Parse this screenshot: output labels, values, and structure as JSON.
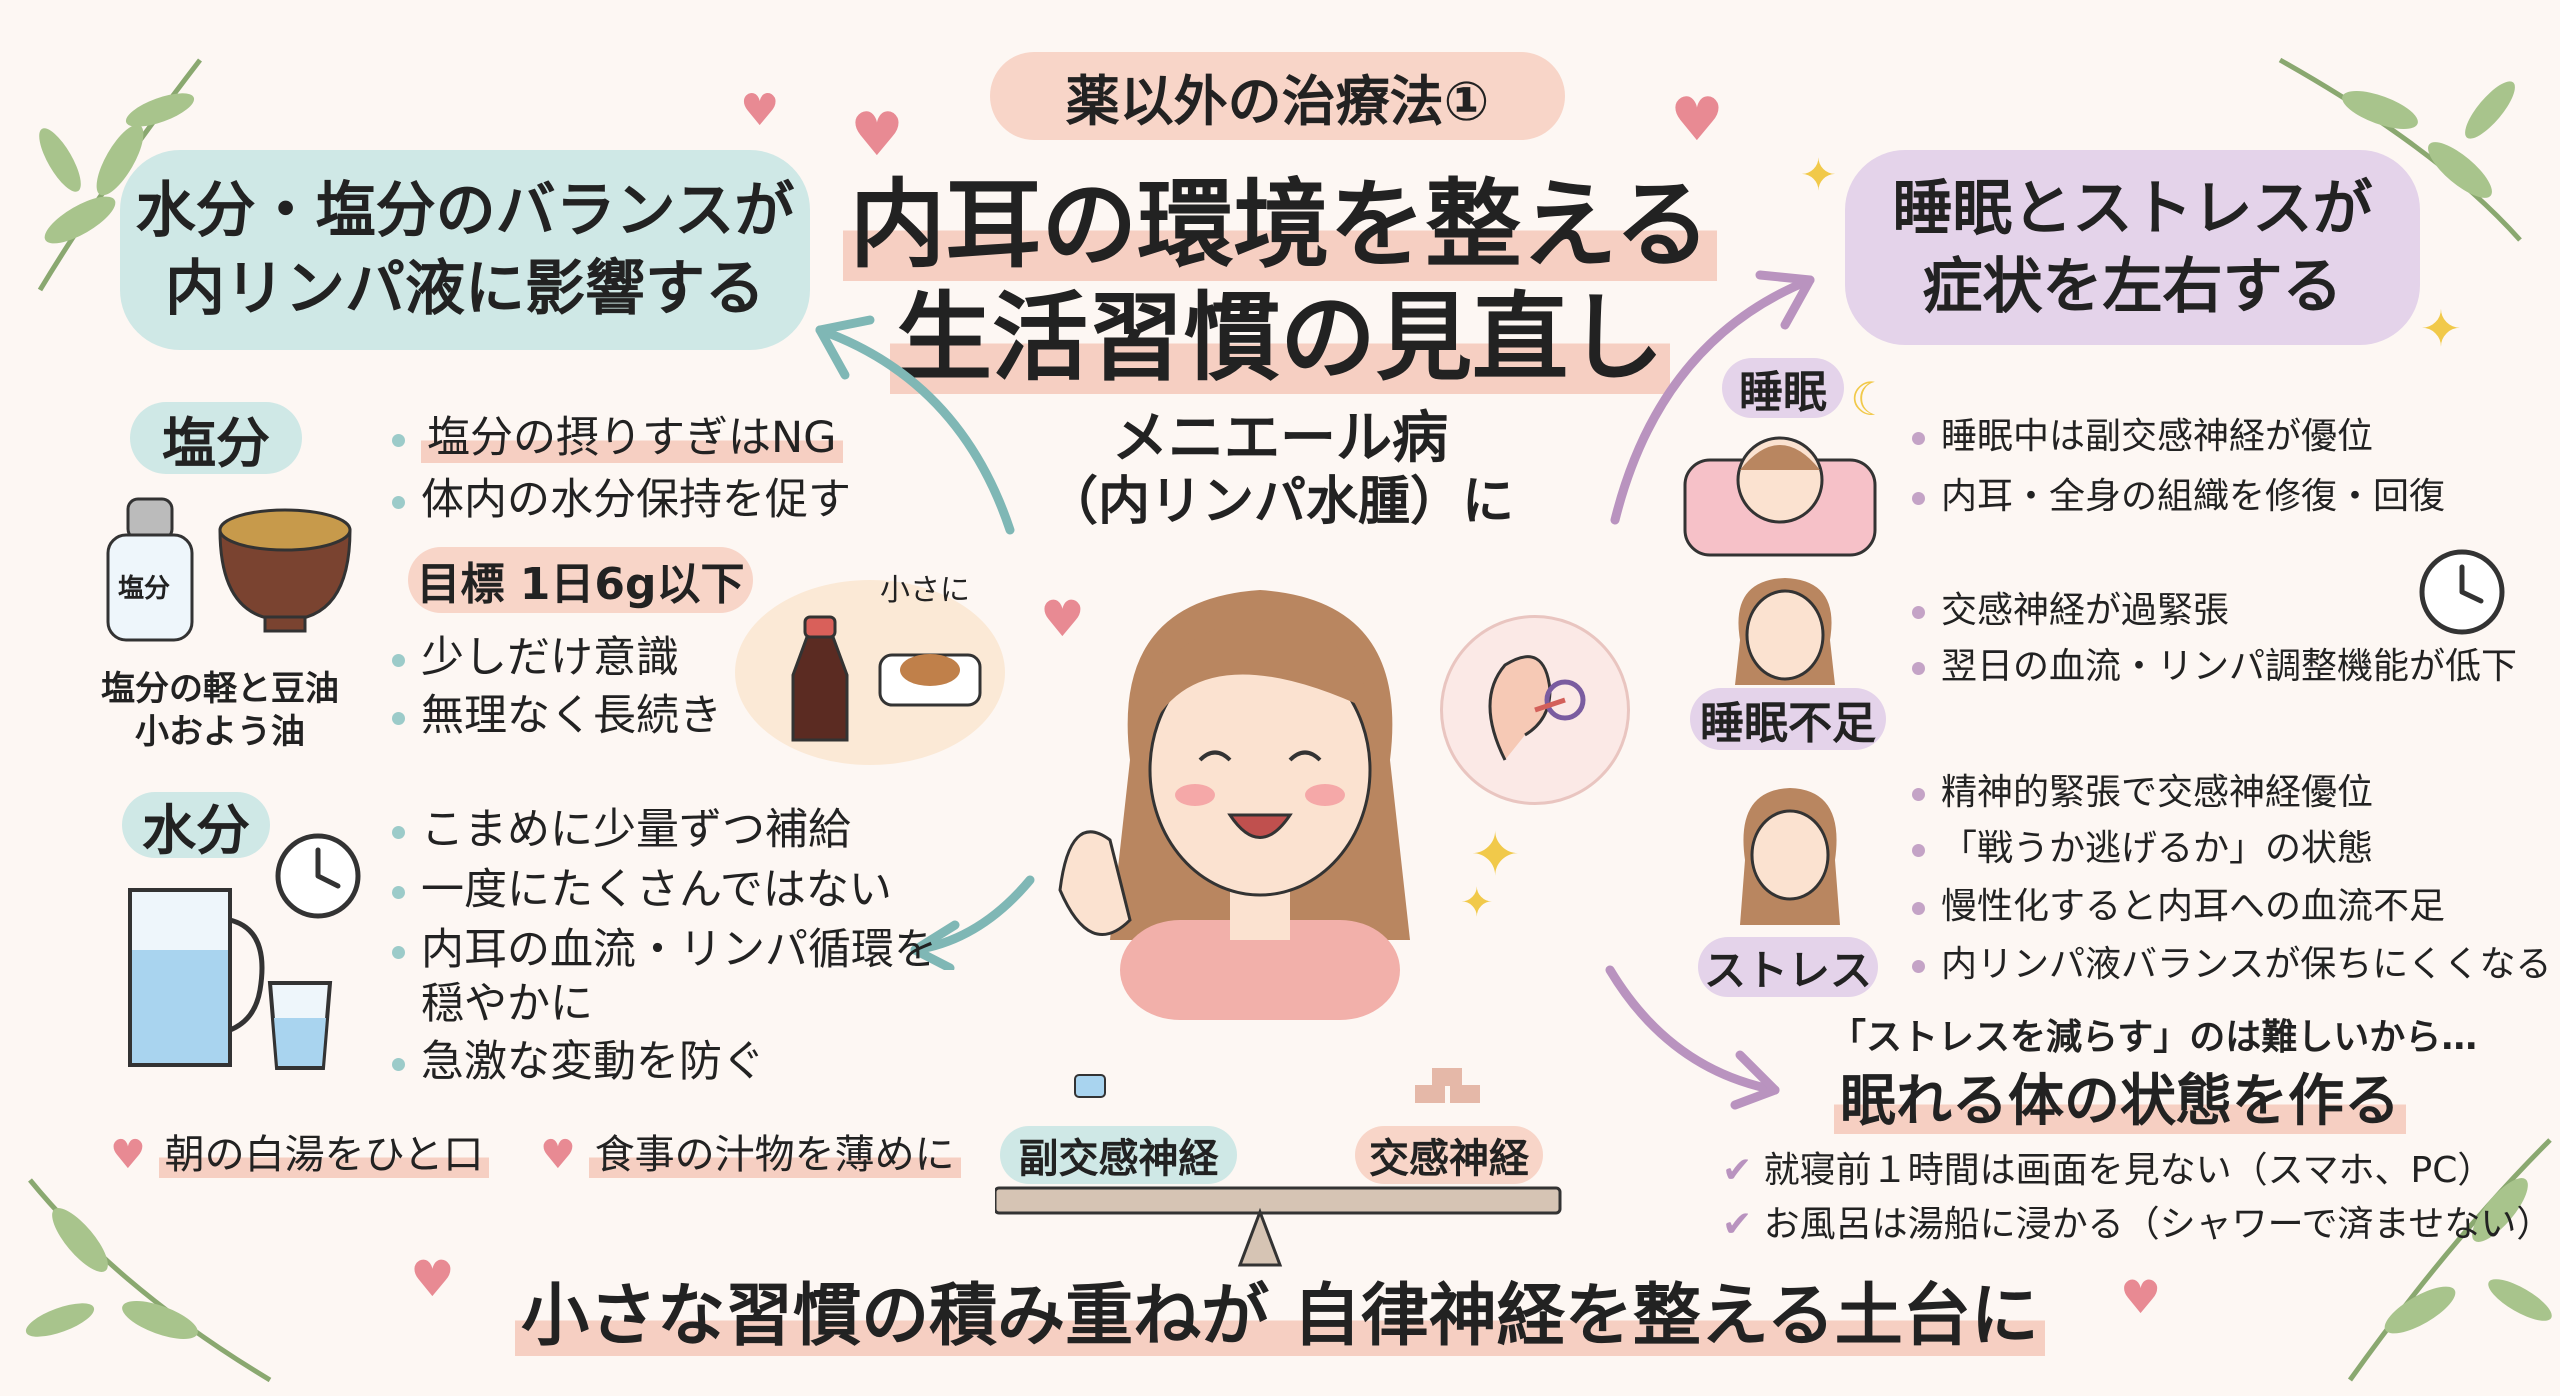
{
  "header": {
    "badge": "薬以外の治療法①",
    "title_line1": "内耳の環境を整える",
    "title_line2": "生活習慣の見直し"
  },
  "center": {
    "disease_line1": "メニエール病",
    "disease_line2": "（内リンパ水腫）に"
  },
  "left": {
    "bubble_line1": "水分・塩分のバランスが",
    "bubble_line2": "内リンパ液に影響する",
    "salt": {
      "label": "塩分",
      "shaker_label": "塩分",
      "caption_line1": "塩分の軽と豆油",
      "caption_line2": "小およう油",
      "bullets": [
        "塩分の摂りすぎはNG",
        "体内の水分保持を促す"
      ],
      "target": "目標 1日6g以下",
      "bullets2": [
        "少しだけ意識",
        "無理なく長続き"
      ],
      "small_label": "小さに"
    },
    "water": {
      "label": "水分",
      "bullets": [
        "こまめに少量ずつ補給",
        "一度にたくさんではない",
        "内耳の血流・リンパ循環を",
        "穏やかに",
        "急激な変動を防ぐ"
      ]
    },
    "tips": [
      "朝の白湯をひと口",
      "食事の汁物を薄めに"
    ]
  },
  "balance": {
    "left": "副交感神経",
    "right": "交感神経"
  },
  "right": {
    "bubble_line1": "睡眠とストレスが",
    "bubble_line2": "症状を左右する",
    "sleep": {
      "label": "睡眠",
      "bullets": [
        "睡眠中は副交感神経が優位",
        "内耳・全身の組織を修復・回復"
      ]
    },
    "lack": {
      "label": "睡眠不足",
      "bullets": [
        "交感神経が過緊張",
        "翌日の血流・リンパ調整機能が低下"
      ]
    },
    "stress": {
      "label": "ストレス",
      "bullets": [
        "精神的緊張で交感神経優位",
        "「戦うか逃げるか」の状態",
        "慢性化すると内耳への血流不足",
        "内リンパ液バランスが保ちにくくなる"
      ]
    },
    "note": "「ストレスを減らす」のは難しいから…",
    "action": "眠れる体の状態を作る",
    "checks": [
      "就寝前１時間は画面を見ない（スマホ、PC）",
      "お風呂は湯船に浸かる（シャワーで済ませない）"
    ]
  },
  "footer": {
    "message": "小さな習慣の積み重ねが 自律神経を整える土台に"
  },
  "colors": {
    "teal": "#cfe8e6",
    "purple": "#e4d3ea",
    "peach": "#f8d5c8",
    "text": "#222222"
  }
}
